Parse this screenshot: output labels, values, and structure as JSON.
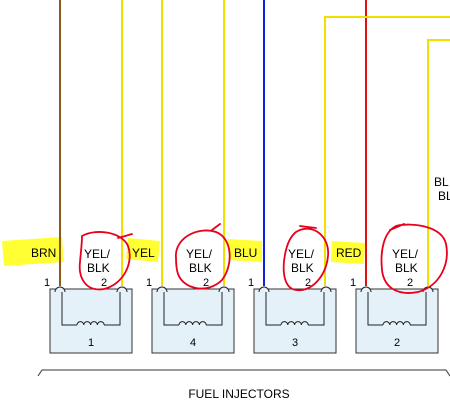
{
  "diagram": {
    "title": "FUEL INJECTORS",
    "edge_label_1": "BL",
    "edge_label_2": "BL",
    "injectors": [
      {
        "number": "1",
        "left_wire": "BRN",
        "right_wire": "YEL/BLK",
        "pin_left": "1",
        "pin_right": "2",
        "left_color": "#8B5A1A"
      },
      {
        "number": "4",
        "left_wire": "YEL",
        "right_wire": "YEL/BLK",
        "pin_left": "1",
        "pin_right": "2",
        "left_color": "#F0E000"
      },
      {
        "number": "3",
        "left_wire": "BLU",
        "right_wire": "YEL/BLK",
        "pin_left": "1",
        "pin_right": "2",
        "left_color": "#1020E0"
      },
      {
        "number": "2",
        "left_wire": "RED",
        "right_wire": "YEL/BLK",
        "pin_left": "1",
        "pin_right": "2",
        "left_color": "#E01010"
      }
    ],
    "colors": {
      "highlight": "#FFFF33",
      "yel_blk_wire": "#F0E000",
      "injector_fill": "#E4F1F8",
      "annotation": "#E8001C"
    }
  }
}
